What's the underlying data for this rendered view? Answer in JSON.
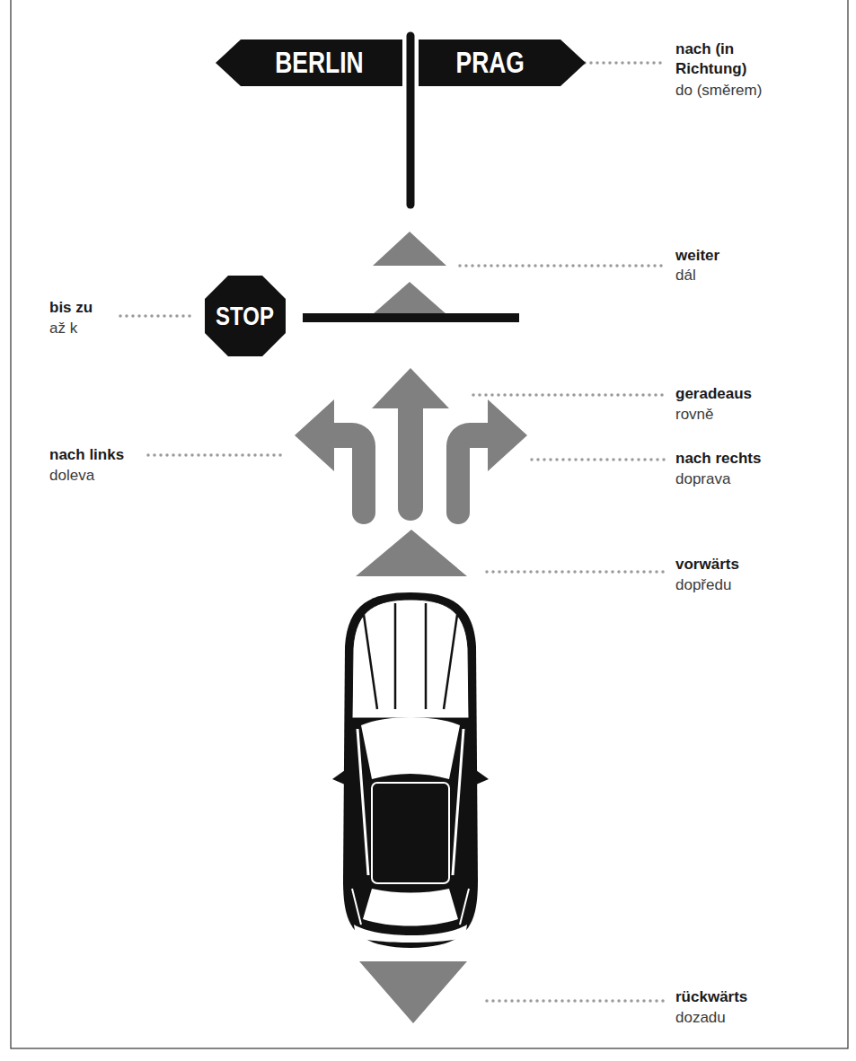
{
  "diagram": {
    "nodes": [
      {
        "text": [
          "BERLIN"
        ]
      },
      {
        "text": [
          "PRAG"
        ]
      },
      {
        "text": [
          "STOP"
        ]
      }
    ],
    "labels": [
      "nach (in Richtung)",
      "do (směrem)",
      "weiter",
      "dál",
      "bis zu",
      "až k",
      "geradeaus",
      "rovně",
      "nach links",
      "doleva",
      "nach rechts",
      "doprava",
      "vorwärts",
      "dopředu",
      "rückwärts",
      "dozadu"
    ]
  }
}
